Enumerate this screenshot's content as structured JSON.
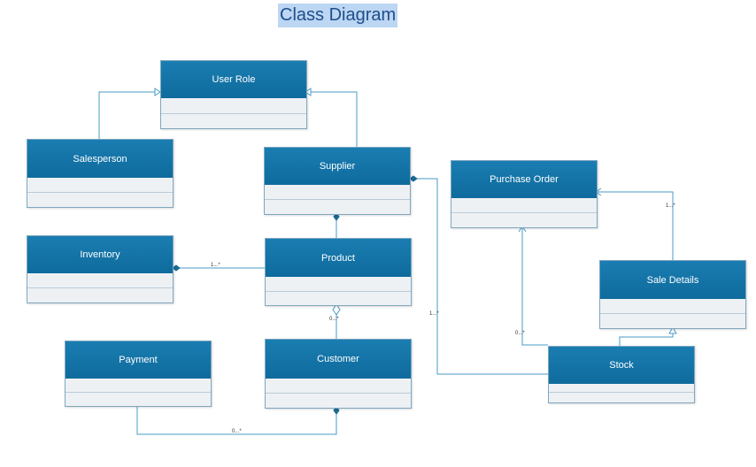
{
  "title": "Class Diagram",
  "classes": {
    "user_role": "User Role",
    "salesperson": "Salesperson",
    "supplier": "Supplier",
    "purchase_order": "Purchase Order",
    "inventory": "Inventory",
    "product": "Product",
    "sale_details": "Sale Details",
    "payment": "Payment",
    "customer": "Customer",
    "stock": "Stock"
  },
  "multiplicities": {
    "inventory_product": "1...*",
    "product_customer": "0...*",
    "supplier_stock": "1...*",
    "purchase_order_stock": "0...*",
    "purchase_order_sale_details": "1...*",
    "payment_customer": "0...*"
  },
  "colors": {
    "header": "#1076a9",
    "body": "#eef1f4",
    "connector": "#4a9bc4"
  }
}
